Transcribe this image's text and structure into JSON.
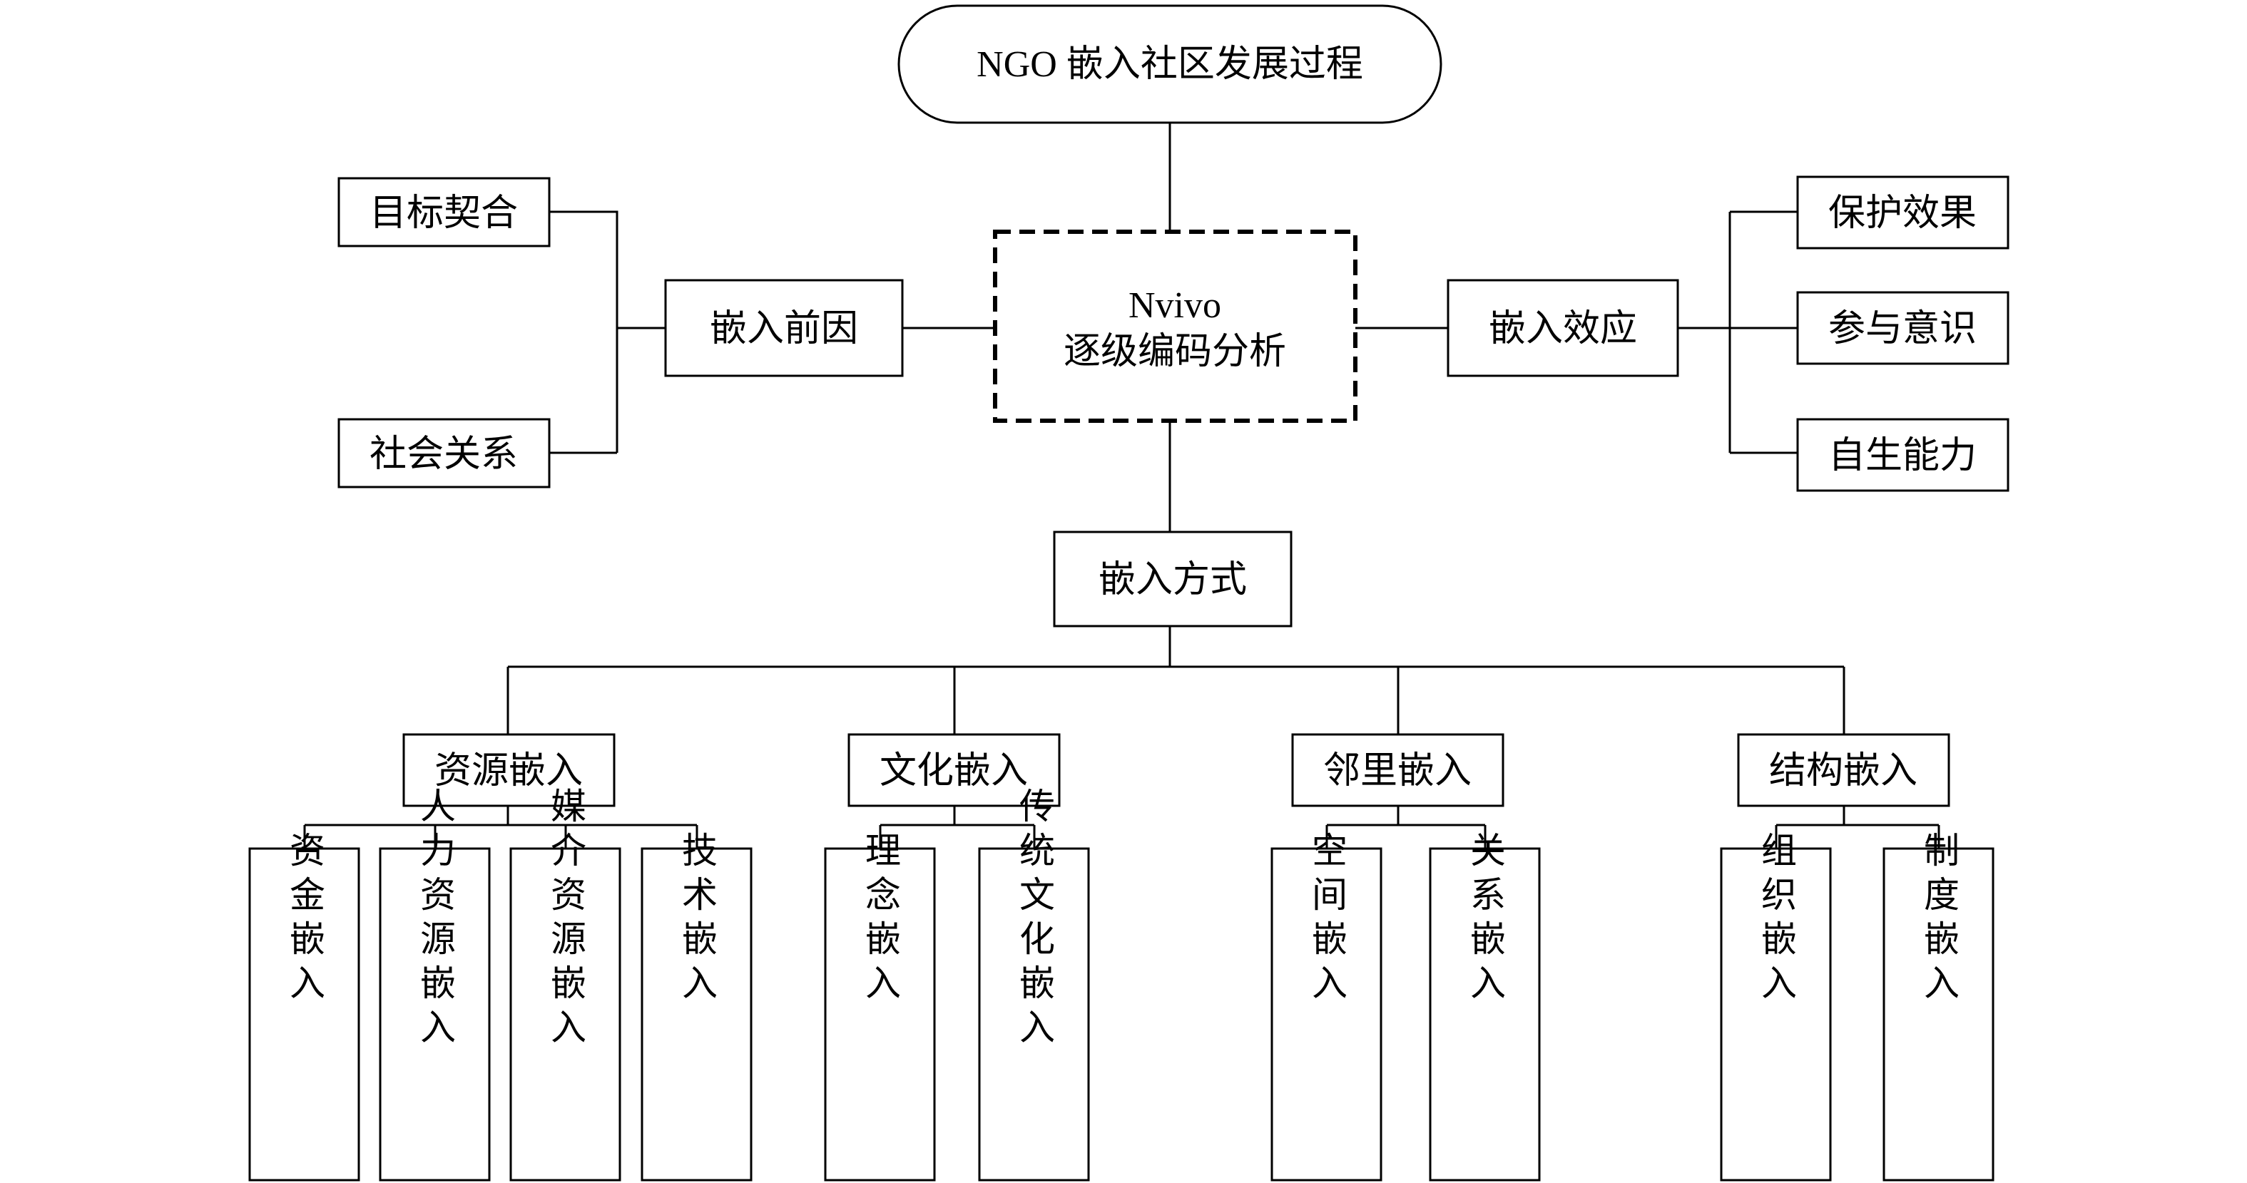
{
  "title": "NGO 嵌入社区发展过程",
  "center": {
    "line1": "Nvivo",
    "line2": "逐级编码分析"
  },
  "antecedent": {
    "label": "嵌入前因",
    "items": [
      "目标契合",
      "社会关系"
    ]
  },
  "effect": {
    "label": "嵌入效应",
    "items": [
      "保护效果",
      "参与意识",
      "自生能力"
    ]
  },
  "mode": {
    "label": "嵌入方式",
    "groups": [
      {
        "label": "资源嵌入",
        "items": [
          "资金嵌入",
          "人力资源嵌入",
          "媒介资源嵌入",
          "技术嵌入"
        ]
      },
      {
        "label": "文化嵌入",
        "items": [
          "理念嵌入",
          "传统文化嵌入"
        ]
      },
      {
        "label": "邻里嵌入",
        "items": [
          "空间嵌入",
          "关系嵌入"
        ]
      },
      {
        "label": "结构嵌入",
        "items": [
          "组织嵌入",
          "制度嵌入"
        ]
      }
    ]
  }
}
